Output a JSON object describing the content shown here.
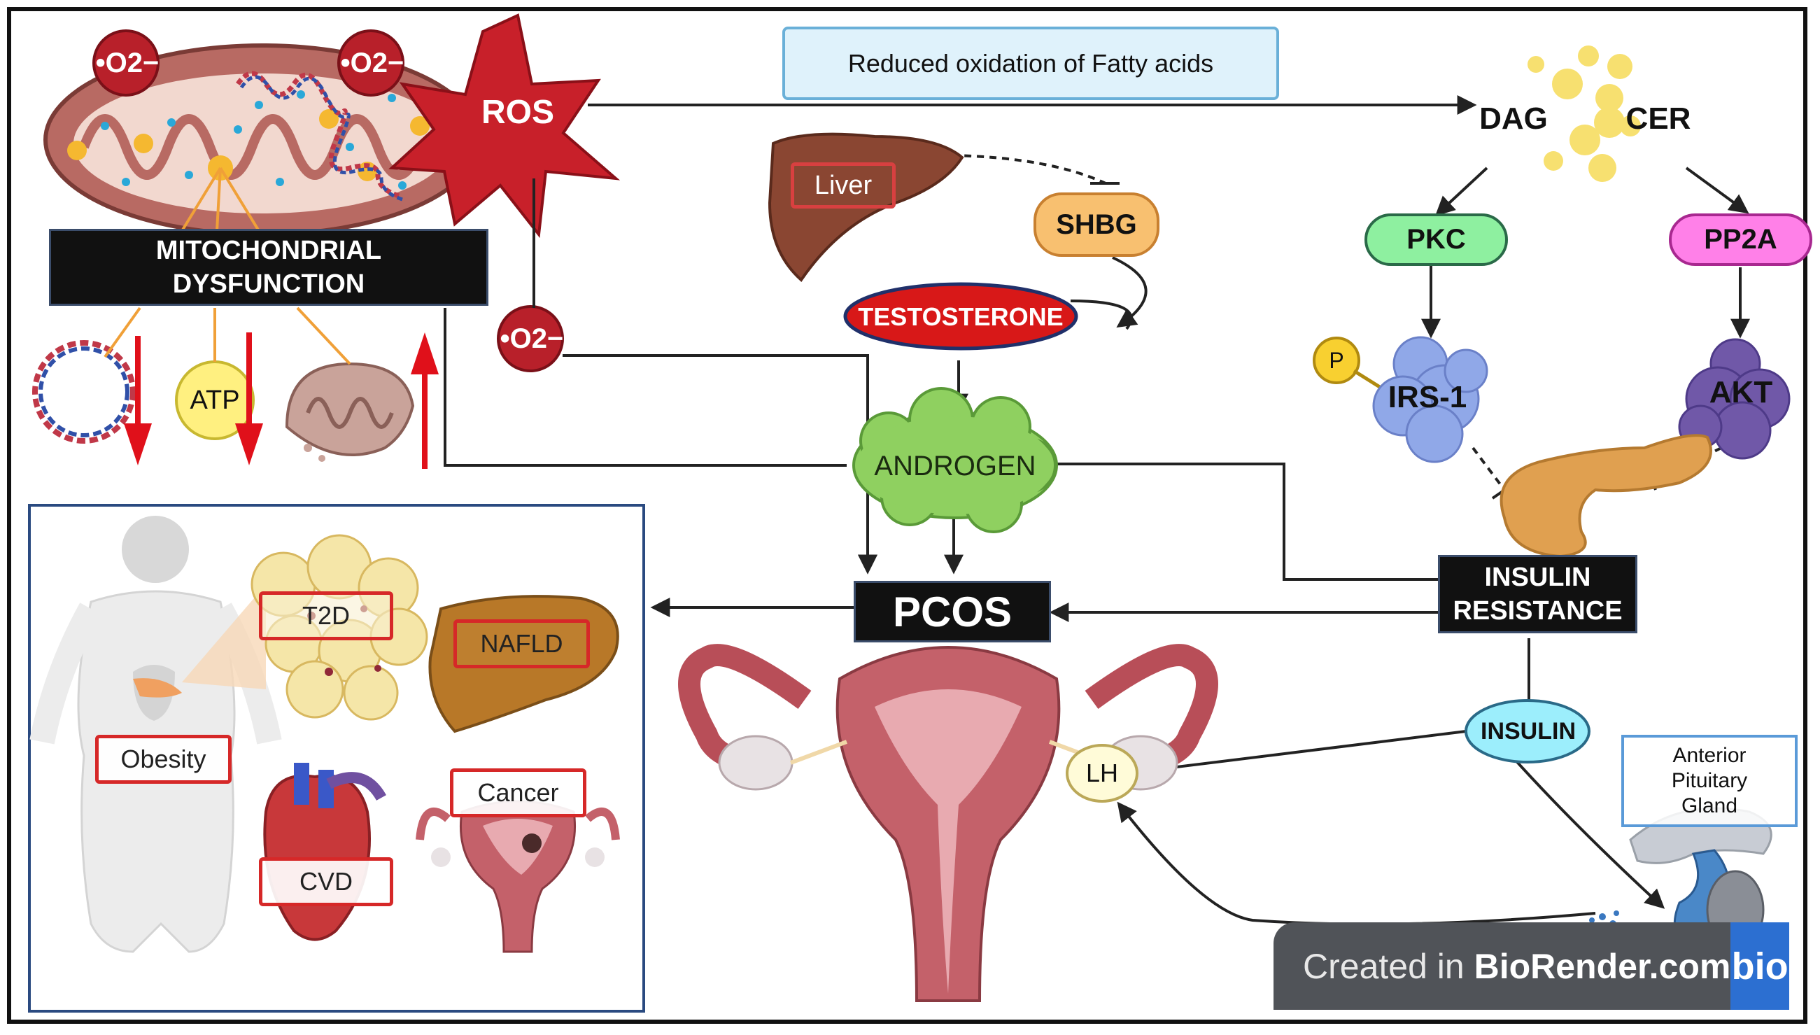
{
  "colors": {
    "ros_red": "#c8202a",
    "arrow_red": "#e0101a",
    "pkc_green": "#8ef0a0",
    "pp2a_pink": "#ff80e8",
    "shbg_orange": "#f8c070",
    "insulin_cyan": "#9ceefc",
    "androgen_green": "#8fd060",
    "fatty_box_blue": "#dff2fb",
    "biorender_blue": "#2c6fd1"
  },
  "labels": {
    "superoxide_1": "•O2−",
    "superoxide_2": "•O2−",
    "superoxide_3": "•O2−",
    "ros": "ROS",
    "mito_dysfunction_line1": "MITOCHONDRIAL",
    "mito_dysfunction_line2": "DYSFUNCTION",
    "atp": "ATP",
    "fatty_acids": "Reduced oxidation of Fatty acids",
    "liver": "Liver",
    "shbg": "SHBG",
    "testosterone": "TESTOSTERONE",
    "androgen": "ANDROGEN",
    "pcos": "PCOS",
    "dag": "DAG",
    "cer": "CER",
    "pkc": "PKC",
    "pp2a": "PP2A",
    "phospho": "P",
    "irs1": "IRS-1",
    "akt": "AKT",
    "insulin_resistance_line1": "INSULIN",
    "insulin_resistance_line2": "RESISTANCE",
    "insulin": "INSULIN",
    "lh": "LH",
    "pituitary_line1": "Anterior",
    "pituitary_line2": "Pituitary",
    "pituitary_line3": "Gland",
    "t2d": "T2D",
    "nafld": "NAFLD",
    "obesity": "Obesity",
    "cancer": "Cancer",
    "cvd": "CVD"
  },
  "watermark": {
    "prefix": "Created in ",
    "brand": "BioRender.com",
    "logo": "bio"
  }
}
